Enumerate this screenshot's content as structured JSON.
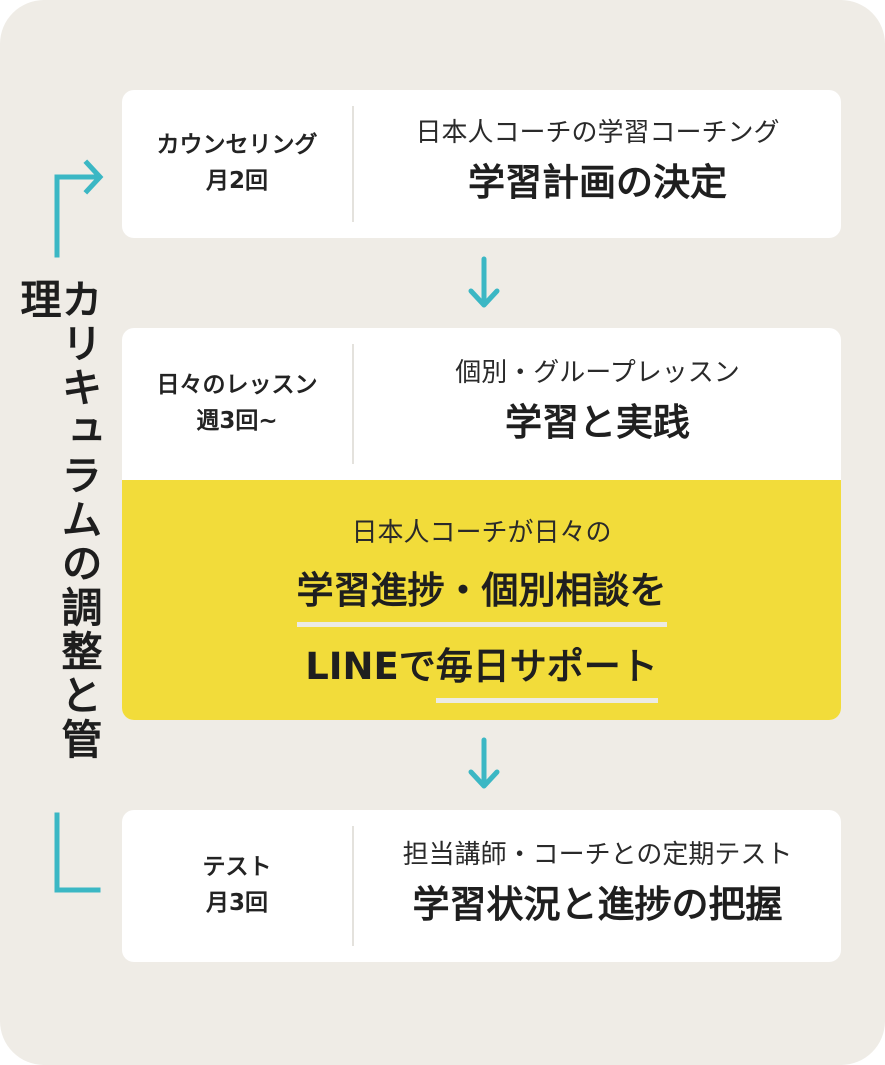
{
  "side_label": "カリキュラムの調整と管理",
  "steps": [
    {
      "left_title": "カウンセリング",
      "left_freq": "月2回",
      "sub": "日本人コーチの学習コーチング",
      "main": "学習計画の決定"
    },
    {
      "left_title": "日々のレッスン",
      "left_freq": "週3回~",
      "sub": "個別・グループレッスン",
      "main": "学習と実践"
    },
    {
      "left_title": "テスト",
      "left_freq": "月3回",
      "sub": "担当講師・コーチとの定期テスト",
      "main": "学習状況と進捗の把握"
    }
  ],
  "highlight": {
    "sub": "日本人コーチが日々の",
    "line1": "学習進捗・個別相談を",
    "line2_prefix": "LINEで",
    "line2_emphasis": "毎日サポート"
  },
  "colors": {
    "background": "#efece6",
    "card": "#ffffff",
    "accent_teal": "#3bb7c4",
    "highlight_yellow": "#f2dc3a"
  }
}
